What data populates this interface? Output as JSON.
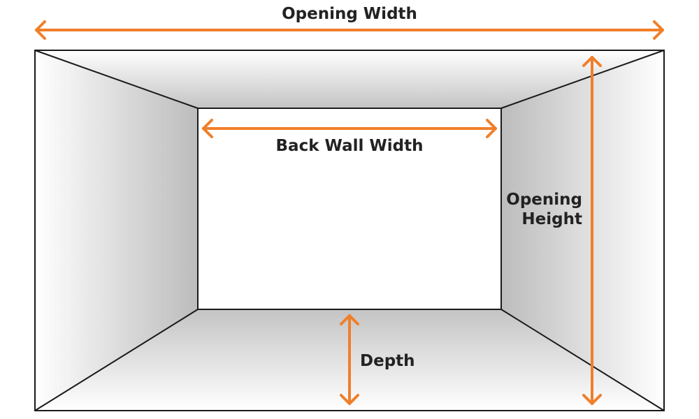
{
  "colors": {
    "accent": "#f07f2a",
    "outline": "#1a1a1a",
    "text": "#222222"
  },
  "labels": {
    "opening_width": "Opening Width",
    "back_wall_width": "Back Wall Width",
    "opening_height_line1": "Opening",
    "opening_height_line2": "Height",
    "depth": "Depth"
  }
}
